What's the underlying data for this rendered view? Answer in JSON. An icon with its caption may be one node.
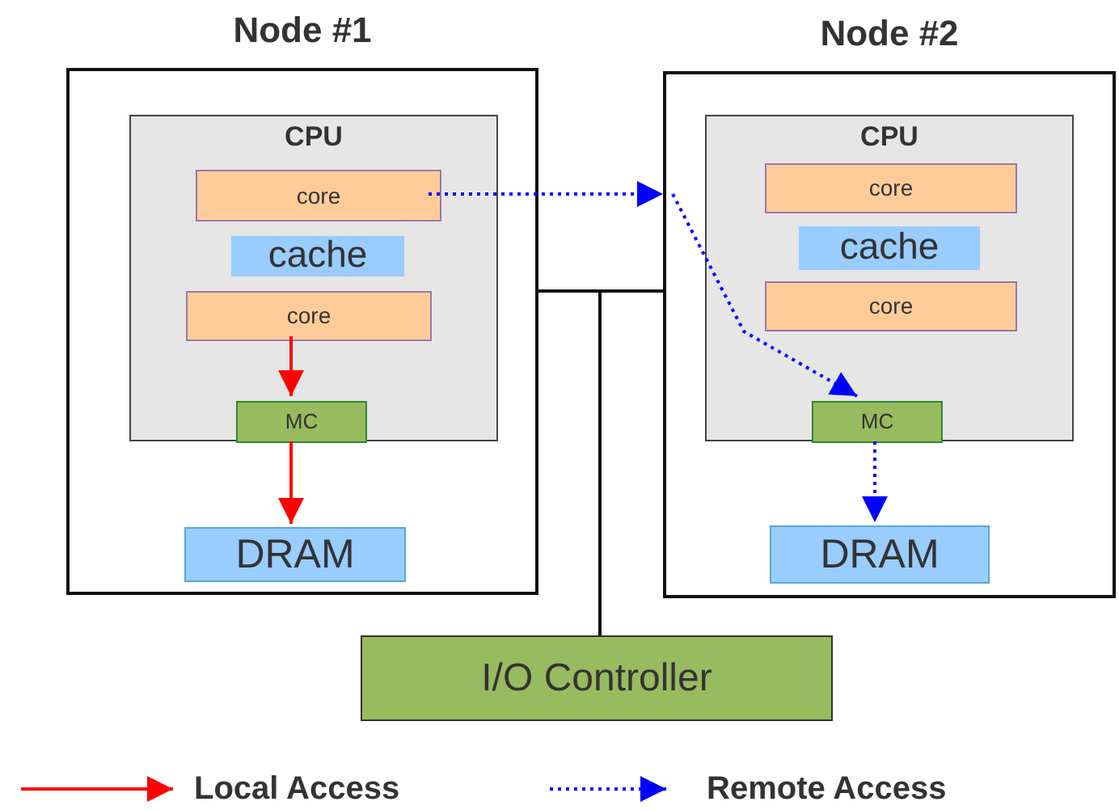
{
  "diagram": {
    "nodes": [
      {
        "text": [
          "Node #1"
        ]
      },
      {
        "text": [
          "CPU"
        ],
        "in": 0
      },
      {
        "text": [
          "core"
        ],
        "in": 1
      },
      {
        "text": [
          "cache"
        ],
        "in": 1
      },
      {
        "text": [
          "core"
        ],
        "in": 1
      },
      {
        "text": [
          "MC"
        ],
        "in": 1
      },
      {
        "text": [
          "DRAM"
        ],
        "in": 0
      },
      {
        "text": [
          "Node #2"
        ]
      },
      {
        "text": [
          "CPU"
        ],
        "in": 7
      },
      {
        "text": [
          "core"
        ],
        "in": 8
      },
      {
        "text": [
          "cache"
        ],
        "in": 8
      },
      {
        "text": [
          "core"
        ],
        "in": 8
      },
      {
        "text": [
          "MC"
        ],
        "in": 8
      },
      {
        "text": [
          "DRAM"
        ],
        "in": 7
      },
      {
        "text": [
          "I/O Controller"
        ]
      }
    ],
    "edges": [
      {
        "from": 4,
        "to": 5,
        "arrow": "to",
        "color": "#ff0000"
      },
      {
        "from": 5,
        "to": 6,
        "arrow": "to",
        "color": "#ff0000"
      },
      {
        "from": 2,
        "to": 7,
        "arrow": "to",
        "style": "dashed",
        "color": "#0000ff"
      },
      {
        "from": 7,
        "to": 12,
        "arrow": "to",
        "style": "dashed",
        "color": "#0000ff"
      },
      {
        "from": 12,
        "to": 13,
        "arrow": "to",
        "style": "dashed",
        "color": "#0000ff"
      },
      {
        "from": 0,
        "to": 14,
        "arrow": "none",
        "color": "#111111"
      },
      {
        "from": 7,
        "to": 14,
        "arrow": "none",
        "color": "#111111"
      }
    ],
    "legend": [
      {
        "text": "Local Access"
      },
      {
        "text": "Remote Access"
      }
    ]
  }
}
